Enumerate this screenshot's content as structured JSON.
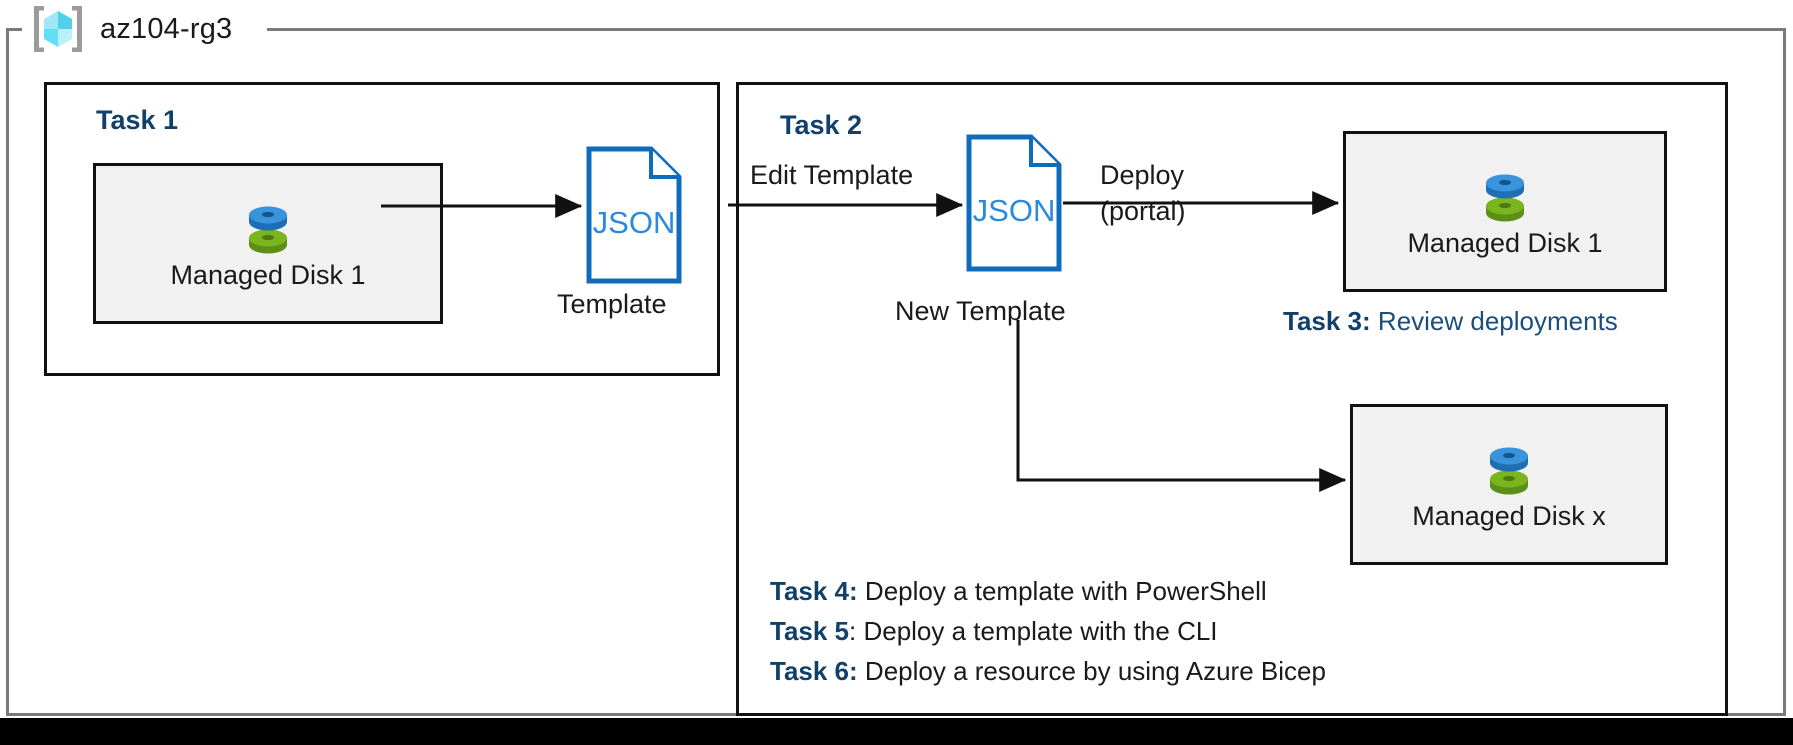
{
  "diagram": {
    "resource_group": {
      "name": "az104-rg3",
      "icon": "azure-resource-group-cube-icon"
    },
    "accent_colors": {
      "heading_navy": "#11416b",
      "task3_blue": "#1b4e7c",
      "json_border_blue": "#0f6cbd",
      "json_text_blue": "#2b8ae0",
      "disk_blue": "#3a93dd",
      "disk_green": "#7ab51d",
      "frame_gray": "#7a7a7a",
      "box_fill": "#f1f1f1"
    },
    "task1": {
      "heading": "Task 1",
      "resource": {
        "label": "Managed Disk 1",
        "icon": "managed-disk-icon"
      },
      "template": {
        "doc_text": "JSON",
        "caption": "Template",
        "icon": "json-document-icon"
      },
      "arrow_label": ""
    },
    "task2": {
      "heading": "Task 2",
      "edit_arrow_label": "Edit Template",
      "new_template": {
        "doc_text": "JSON",
        "caption": "New Template",
        "icon": "json-document-icon"
      },
      "deploy_arrow_label_top": "Deploy",
      "deploy_arrow_label_bottom": "(portal)",
      "deployed_resource": {
        "label": "Managed Disk 1",
        "icon": "managed-disk-icon"
      },
      "scaled_resource": {
        "label": "Managed Disk x",
        "icon": "managed-disk-icon"
      }
    },
    "notes": [
      {
        "id": "task3",
        "key": "Task 3:",
        "text": " Review deployments"
      },
      {
        "id": "task4",
        "key": "Task 4:",
        "text": " Deploy a template with PowerShell"
      },
      {
        "id": "task5",
        "key": "Task 5",
        "text": ": Deploy a template with the CLI"
      },
      {
        "id": "task6",
        "key": "Task 6:",
        "text": " Deploy a resource by using Azure Bicep"
      }
    ]
  }
}
